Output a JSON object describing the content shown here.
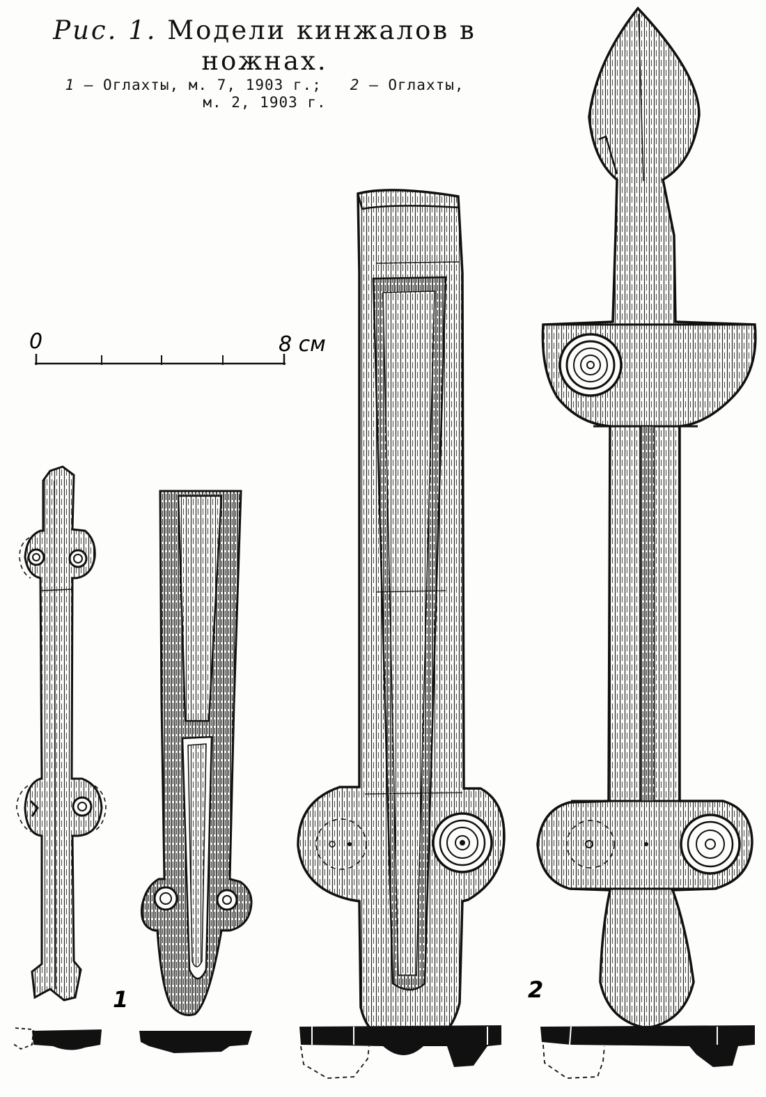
{
  "caption": {
    "fig_prefix": "Рис.",
    "fig_number": "1.",
    "title": "Модели кинжалов в ножнах.",
    "item1_num": "1",
    "item1_text": "— Оглахты, м. 7, 1903 г.;",
    "item2_num": "2",
    "item2_text": "— Оглахты,",
    "line3": "м. 2, 1903 г."
  },
  "scale": {
    "start": "0",
    "end": "8 см"
  },
  "labels": {
    "label1": "1",
    "label2": "2"
  },
  "colors": {
    "ink": "#111111",
    "paper": "#fdfdfb"
  }
}
